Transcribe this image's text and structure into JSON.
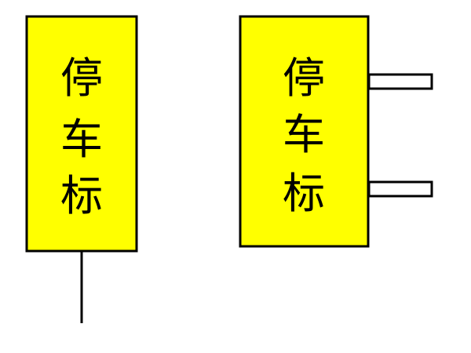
{
  "colors": {
    "sign_fill": "#ffff00",
    "stroke": "#000000",
    "background": "#ffffff",
    "bracket_fill": "#ffffff"
  },
  "left_sign": {
    "chars": [
      "停",
      "车",
      "标"
    ],
    "mount": "pole-below"
  },
  "right_sign": {
    "chars": [
      "停",
      "车",
      "标"
    ],
    "mount": "two-brackets-right"
  }
}
